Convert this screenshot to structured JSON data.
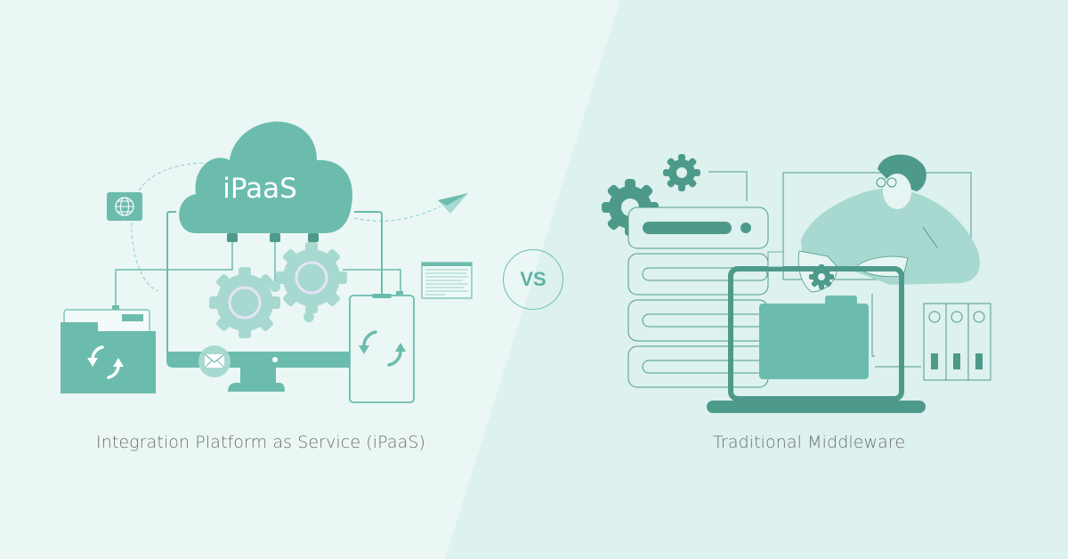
{
  "banner": {
    "left": {
      "title": "Integration Platform as Service (iPaaS)",
      "cloud_label": "iPaaS",
      "icons": [
        "cloud-icon",
        "globe-icon",
        "paper-plane-icon",
        "document-window-icon",
        "folder-sync-icon",
        "gear-icon",
        "monitor-icon",
        "mail-icon",
        "phone-sync-icon"
      ]
    },
    "divider": {
      "label": "VS"
    },
    "right": {
      "title": "Traditional Middleware",
      "icons": [
        "gear-icon",
        "server-stack-icon",
        "laptop-icon",
        "folder-icon",
        "person-icon",
        "binders-icon"
      ]
    }
  },
  "colors": {
    "left_bg": "#eaf7f5",
    "right_bg": "#ddf1ee",
    "primary": "#6bbcad",
    "dark": "#4e9a8a",
    "light": "#a8d9d0",
    "text": "#6e6e6e",
    "ring": "#e6e4f7"
  }
}
